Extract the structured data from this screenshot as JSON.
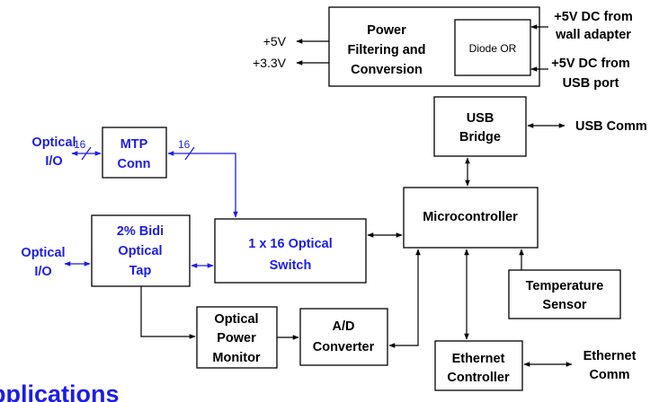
{
  "power": {
    "block_label": [
      "Power",
      "Filtering and",
      "Conversion"
    ],
    "diode_label": "Diode OR",
    "out_5v": "+5V",
    "out_3v3": "+3.3V",
    "in_wall": [
      "+5V DC from",
      "wall adapter"
    ],
    "in_usb": [
      "+5V DC from",
      "USB port"
    ]
  },
  "usb_bridge": {
    "label": [
      "USB",
      "Bridge"
    ],
    "comm": "USB Comm"
  },
  "mtp": {
    "label": [
      "MTP",
      "Conn"
    ],
    "count_left": "16",
    "count_right": "16"
  },
  "optical_io_top": [
    "Optical",
    "I/O"
  ],
  "optical_io_bottom": [
    "Optical",
    "I/O"
  ],
  "tap": {
    "label": [
      "2% Bidi",
      "Optical",
      "Tap"
    ]
  },
  "switch": {
    "label": [
      "1 x 16 Optical",
      "Switch"
    ]
  },
  "microcontroller": {
    "label": "Microcontroller"
  },
  "temperature": {
    "label": [
      "Temperature",
      "Sensor"
    ]
  },
  "power_monitor": {
    "label": [
      "Optical",
      "Power",
      "Monitor"
    ]
  },
  "adc": {
    "label": [
      "A/D",
      "Converter"
    ]
  },
  "ethernet": {
    "label": [
      "Ethernet",
      "Controller"
    ],
    "comm": [
      "Ethernet",
      "Comm"
    ]
  },
  "footer_fragment": "pplications",
  "colors": {
    "optical": "#1c1ce8",
    "electrical": "#000000"
  }
}
